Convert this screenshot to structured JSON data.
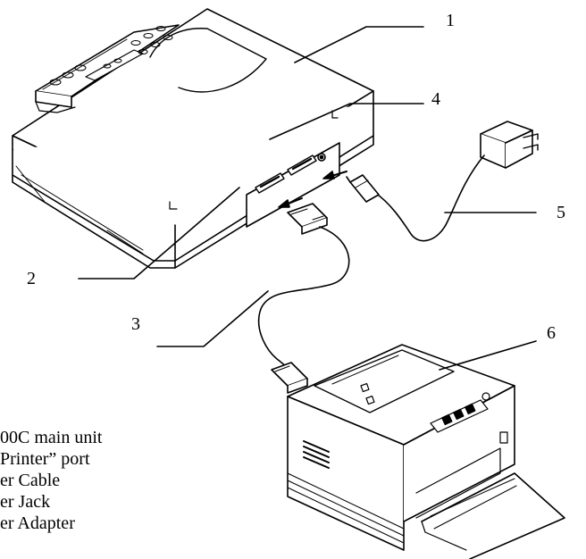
{
  "callouts": [
    "1",
    "2",
    "3",
    "4",
    "5",
    "6"
  ],
  "legend": [
    "00C main unit",
    "Printer” port",
    "er Cable",
    "er Jack",
    "er Adapter"
  ],
  "colors": {
    "line": "#000000",
    "fill": "#ffffff"
  }
}
